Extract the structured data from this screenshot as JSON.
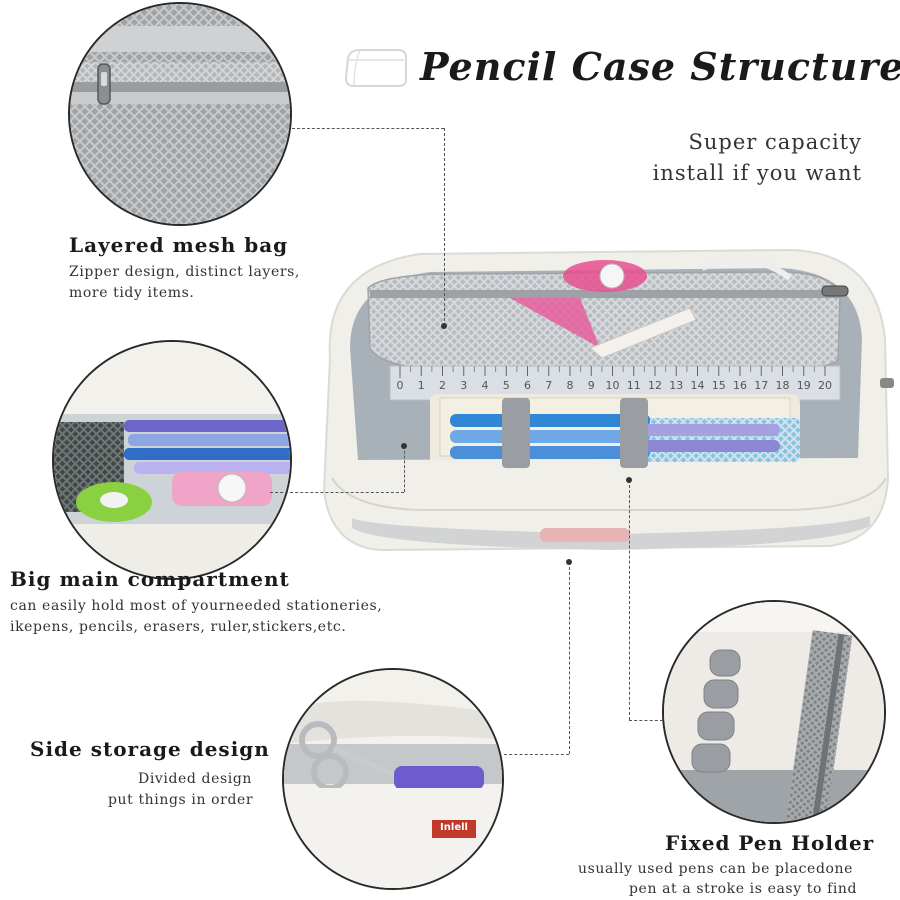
{
  "title": "Pencil Case Structure",
  "subtitle": [
    "Super capacity",
    "install if you want"
  ],
  "features": {
    "mesh": {
      "heading": "Layered mesh bag",
      "lines": [
        "Zipper design, distinct layers,",
        "more tidy items."
      ]
    },
    "main": {
      "heading": "Big main compartment",
      "lines": [
        "can easily hold most of yourneeded stationeries,",
        "ikepens, pencils, erasers, ruler,stickers,etc."
      ]
    },
    "side": {
      "heading": "Side storage design",
      "lines": [
        "Divided design",
        "put things in order"
      ]
    },
    "pen": {
      "heading": "Fixed Pen Holder",
      "lines": [
        "usually used pens can be placedone",
        "pen at a stroke is easy to find"
      ]
    }
  },
  "brand_tag": "Inlell",
  "ruler_numbers": [
    "0",
    "1",
    "2",
    "3",
    "4",
    "5",
    "6",
    "7",
    "8",
    "9",
    "10",
    "11",
    "12",
    "13",
    "14",
    "15",
    "16",
    "17",
    "18",
    "19",
    "20"
  ],
  "colors": {
    "case": "#f1efe9",
    "mesh": "#b9bcbf",
    "lining": "#a9b1b8",
    "strap": "#9a9ea2",
    "tag": "#c0392b"
  }
}
